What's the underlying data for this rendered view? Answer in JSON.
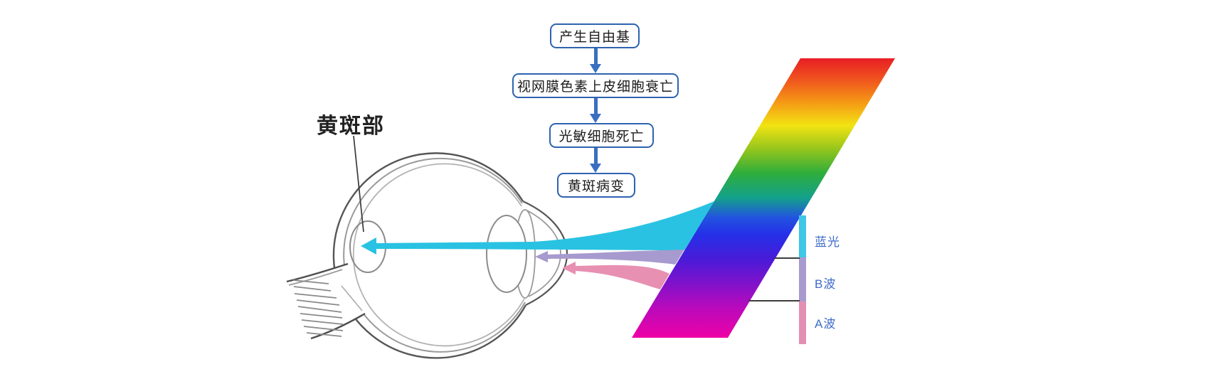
{
  "flowchart": {
    "steps": [
      {
        "label": "产生自由基"
      },
      {
        "label": "视网膜色素上皮细胞衰亡"
      },
      {
        "label": "光敏细胞死亡"
      },
      {
        "label": "黄斑病变"
      }
    ]
  },
  "eye": {
    "macula_label": "黄斑部"
  },
  "wave_labels": {
    "blue_light": "蓝光",
    "b_wave": "B波",
    "a_wave": "A波"
  },
  "spectrum": {
    "stops": [
      "#e81e25",
      "#f0571e",
      "#f59b15",
      "#f2e312",
      "#8fc41e",
      "#2fae3b",
      "#13a08c",
      "#2253e0",
      "#2430e8",
      "#4a1bd8",
      "#7c12cc",
      "#b80abc",
      "#ee01a6"
    ]
  },
  "colors": {
    "flow_blue": "#2e63b0",
    "arrow_blue": "#3a6fc0",
    "label_blue": "#3e6cc8",
    "beam_cyan": "#29c2e2",
    "beam_purple": "#a79ace",
    "beam_pink": "#e790b2",
    "bar_cyan": "#3ec7e6",
    "bar_purple": "#a89ace",
    "bar_pink": "#e38fb4",
    "bracket_line": "#3c3c3c",
    "sketch_dark": "#565656",
    "sketch_light": "#9a9a9a"
  }
}
